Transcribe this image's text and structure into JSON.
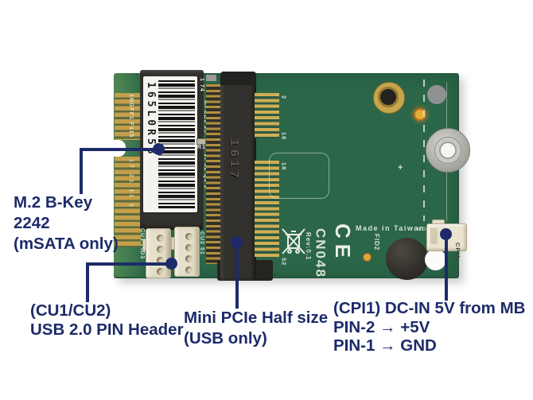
{
  "figure": {
    "description": "Annotated product photo of an M.2 B-Key to Mini PCIe adapter board",
    "cross_mark": "+"
  },
  "callouts": {
    "m2": {
      "lines": [
        "M.2 B-Key",
        "2242",
        "(mSATA only)"
      ]
    },
    "cu": {
      "lines": [
        "(CU1/CU2)",
        "USB 2.0 PIN Header"
      ]
    },
    "mpcie": {
      "lines": [
        "Mini PCIe Half size",
        "(USB only)"
      ]
    },
    "cpi": {
      "lines": [
        "(CPI1) DC-IN 5V from MB",
        "PIN-2 → +5V",
        "PIN-1 → GND"
      ]
    }
  },
  "board": {
    "serial": "165L0R58",
    "socket_marking": "1617",
    "silkscreen": {
      "ngff": "1NGFF1 F115",
      "edge_pins_lower": "17 21 11 1",
      "col_74": "1 74",
      "mpce": "MPCE1 15",
      "r16": "R16",
      "col_q1": "17 02 Q1 2",
      "pin_2": "2",
      "pin_16": "16",
      "pin_18": "18",
      "pin_52": "52",
      "cu1_label": "CU1 FID3",
      "cu2_label": "CU2 51",
      "model": "CN048",
      "rev": "Rev:0.1",
      "ce_mark": "CE",
      "made_in": "Made in Taiwan",
      "mo": "MO.1",
      "fid2": "FID2",
      "cpi1_label": "CPI1"
    }
  },
  "colors": {
    "annotation_navy": "#1d2b6a",
    "pcb_green": "#2b6648",
    "pcb_edge_green": "#4d8a55",
    "gold": "#c09a45",
    "connector_black": "#33312d",
    "label_white": "#f4f3ef"
  }
}
